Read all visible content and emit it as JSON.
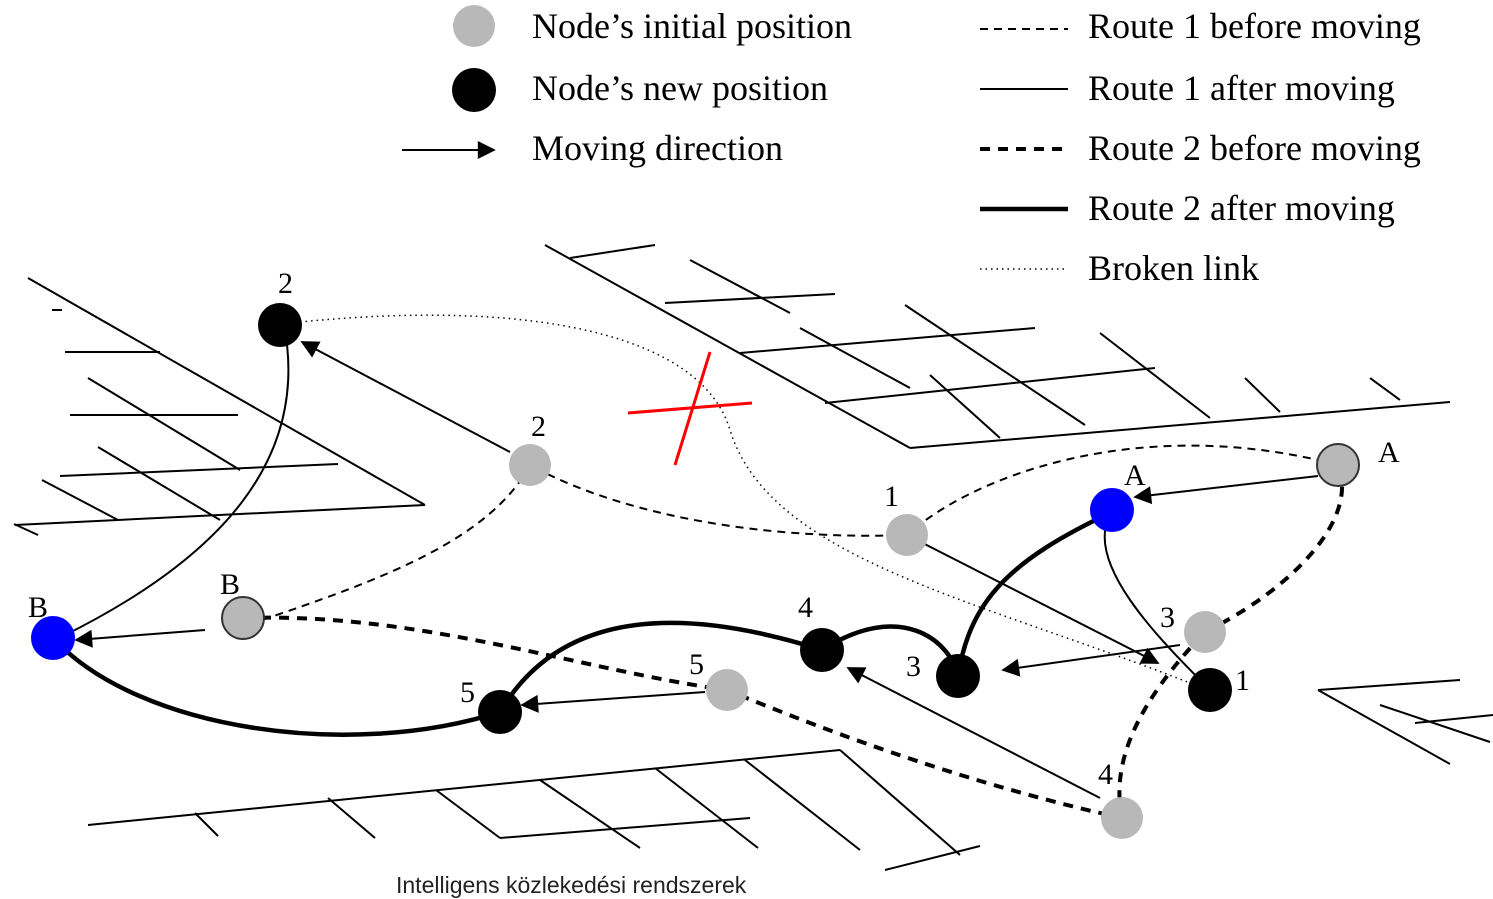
{
  "legend": {
    "initial_position": "Node’s initial position",
    "new_position": "Node’s new position",
    "moving_direction": "Moving direction",
    "route1_before": "Route 1 before moving",
    "route1_after": "Route 1 after moving",
    "route2_before": "Route 2 before moving",
    "route2_after": "Route 2 after moving",
    "broken_link": "Broken link"
  },
  "labels": {
    "old_2": "2",
    "new_2": "2",
    "old_1": "1",
    "new_1": "1",
    "old_3": "3",
    "new_3": "3",
    "old_4": "4",
    "new_4": "4",
    "old_5": "5",
    "new_5": "5",
    "old_A": "A",
    "new_A": "A",
    "old_B": "B",
    "new_B": "B"
  },
  "caption": "Intelligens közlekedési rendszerek",
  "colors": {
    "initial_node": "#b8b8b8",
    "new_node": "#000000",
    "endpoint_new": "#0000ff",
    "broken_mark": "#ff0000"
  }
}
